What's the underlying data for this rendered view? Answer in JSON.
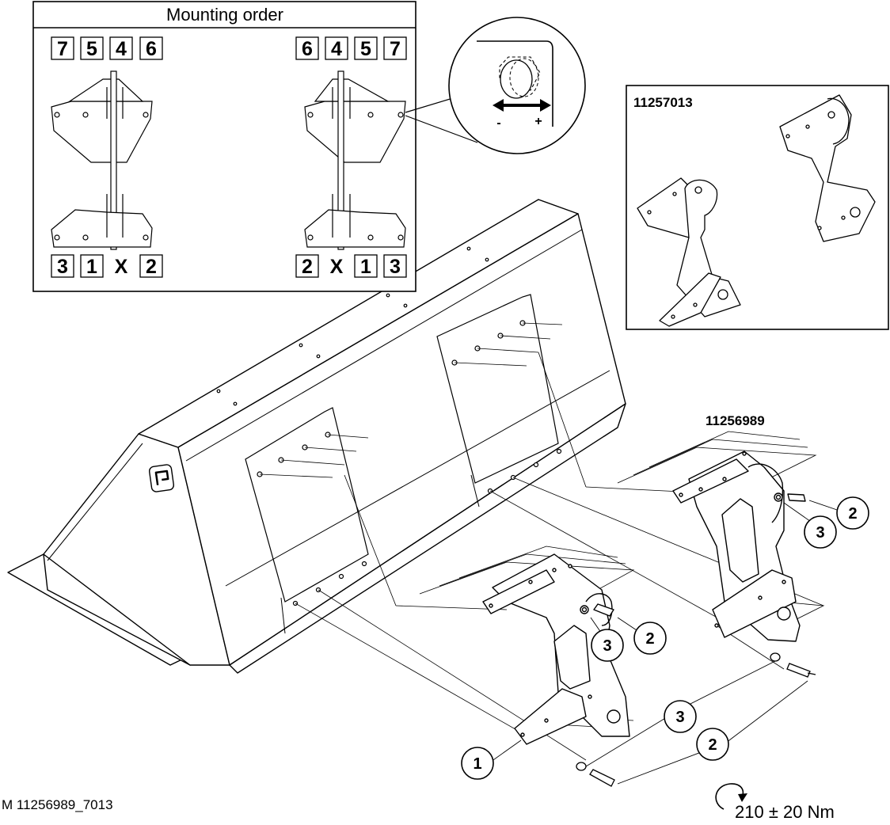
{
  "mounting_order": {
    "title": "Mounting order",
    "left": {
      "top_sequence": [
        "7",
        "5",
        "4",
        "6"
      ],
      "bottom_sequence": [
        "3",
        "1",
        "X",
        "2"
      ]
    },
    "right": {
      "top_sequence": [
        "6",
        "4",
        "5",
        "7"
      ],
      "bottom_sequence": [
        "2",
        "X",
        "1",
        "3"
      ]
    }
  },
  "adjust_detail": {
    "minus": "-",
    "plus": "+"
  },
  "variant_box": {
    "part_number": "11257013"
  },
  "main_part_number": "11256989",
  "callouts": {
    "bracket": "1",
    "bolt": "2",
    "washer": "3"
  },
  "torque": {
    "value": "210 ± 20 Nm",
    "icon": "torque-arrow-icon"
  },
  "figure_id": "M 11256989_7013"
}
